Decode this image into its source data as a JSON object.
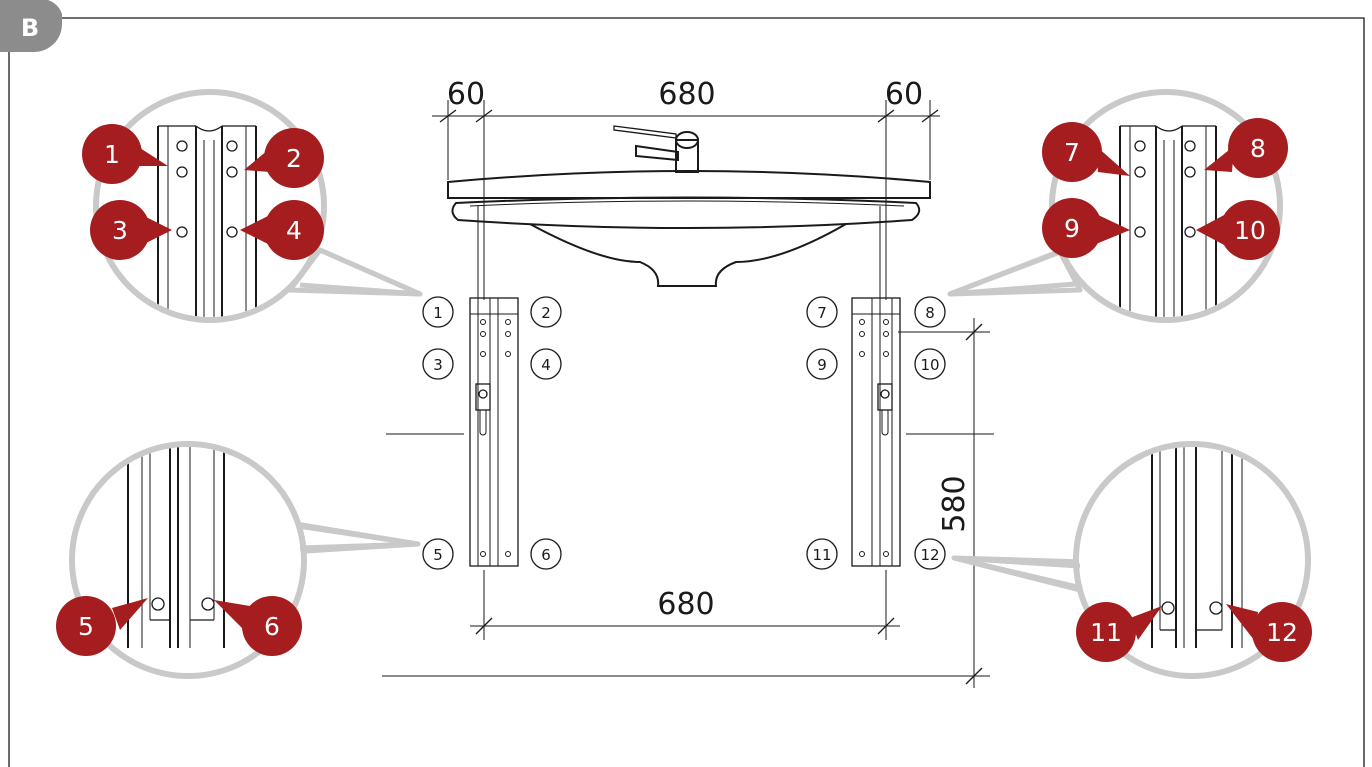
{
  "panel": {
    "letter": "B"
  },
  "colors": {
    "marker": "#a51d1f",
    "bubble_stroke": "#c9c9c9",
    "panel_badge": "#8c8c8c",
    "line": "#1a1a1a"
  },
  "dimensions": {
    "top_left": "60",
    "top_center": "680",
    "top_right": "60",
    "bottom_center": "680",
    "right_vertical": "580"
  },
  "position_labels": [
    "1",
    "2",
    "3",
    "4",
    "5",
    "6",
    "7",
    "8",
    "9",
    "10",
    "11",
    "12"
  ],
  "detail_markers": [
    "1",
    "2",
    "3",
    "4",
    "5",
    "6",
    "7",
    "8",
    "9",
    "10",
    "11",
    "12"
  ]
}
